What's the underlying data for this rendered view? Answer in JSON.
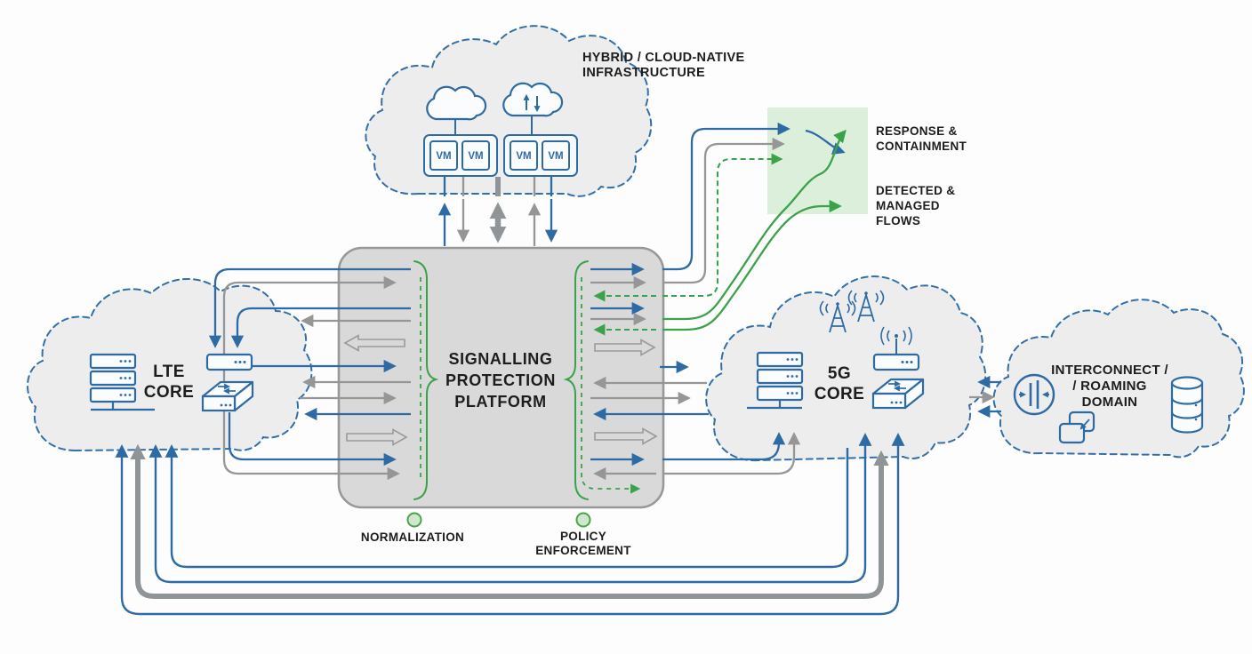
{
  "diagram_title": "Signalling Protection Platform network diagram",
  "labels": {
    "hybrid": {
      "line1": "HYBRID / CLOUD-NATIVE",
      "line2": "INFRASTRUCTURE"
    },
    "platform": {
      "line1": "SIGNALLING",
      "line2": "PROTECTION",
      "line3": "PLATFORM"
    },
    "lte": {
      "line1": "LTE",
      "line2": "CORE"
    },
    "fiveg": {
      "line1": "5G",
      "line2": "CORE"
    },
    "interconnect": {
      "line1": "INTERCONNECT /",
      "line2": "/ ROAMING",
      "line3": "DOMAIN"
    },
    "response": {
      "line1": "RESPONSE &",
      "line2": "CONTAINMENT"
    },
    "detected": {
      "line1": "DETECTED &",
      "line2": "MANAGED",
      "line3": "FLOWS"
    },
    "normalization": "NORMALIZATION",
    "policy": {
      "line1": "POLICY",
      "line2": "ENFORCEMENT"
    },
    "vm": "VM"
  },
  "colors": {
    "flow_blue": "#2e6ba4",
    "flow_gray": "#969696",
    "flow_gray_thick": "#8f9497",
    "flow_green": "#3aa24a",
    "response_panel_green": "#dcefdb",
    "cloud_fill": "#ededee",
    "cloud_border_blue": "#336fa8",
    "platform_fill": "#d9d9d9",
    "platform_border": "#989898",
    "icon_blue": "#2e6ba4",
    "marker_dot_fill": "#cfe8cd",
    "marker_dot_border": "#4aa34e",
    "text_color": "#1d1d1d"
  },
  "legend_markers": [
    {
      "name": "normalization-point",
      "color": "#4aa34e"
    },
    {
      "name": "policy-enforcement-point",
      "color": "#4aa34e"
    }
  ]
}
